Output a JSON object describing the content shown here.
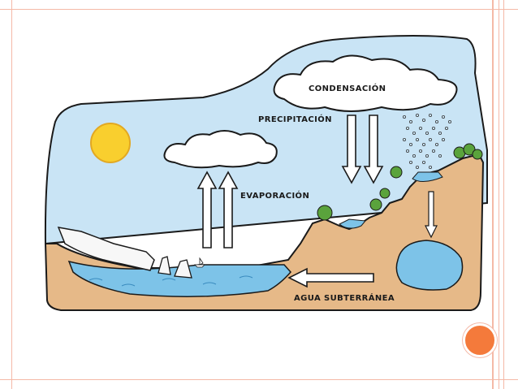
{
  "diagram": {
    "labels": {
      "condensation": "CONDENSACIÓN",
      "precipitation": "PRECIPITACIÓN",
      "evaporation": "EVAPORACIÓN",
      "groundwater": "AGUA SUBTERRÁNEA"
    },
    "colors": {
      "sky": "#c9e4f5",
      "ground": "#e6b988",
      "water": "#7dc3e8",
      "sun": "#f9cf2e",
      "cloud": "#ffffff",
      "tree": "#5aa33c",
      "slide_border": "#f0a890",
      "accent_dot": "#f47a3b"
    }
  }
}
